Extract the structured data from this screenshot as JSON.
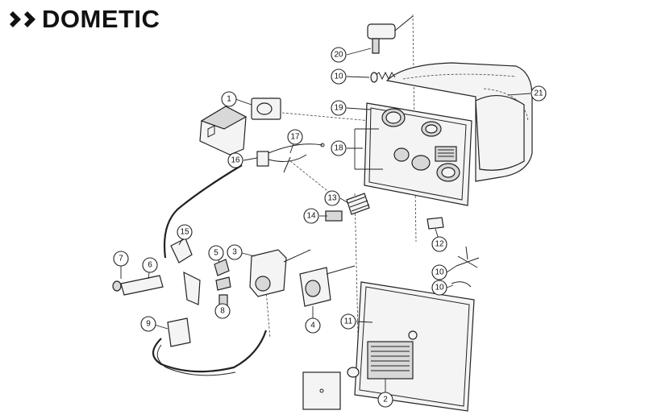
{
  "brand": {
    "name": "DOMETIC",
    "logo_icon": "dometic-chevron-logo-icon"
  },
  "callouts": [
    "20",
    "10",
    "19",
    "18",
    "21",
    "1",
    "17",
    "16",
    "13",
    "14",
    "12",
    "15",
    "3",
    "5",
    "7",
    "6",
    "8",
    "4",
    "10",
    "10",
    "9",
    "11",
    "2"
  ]
}
